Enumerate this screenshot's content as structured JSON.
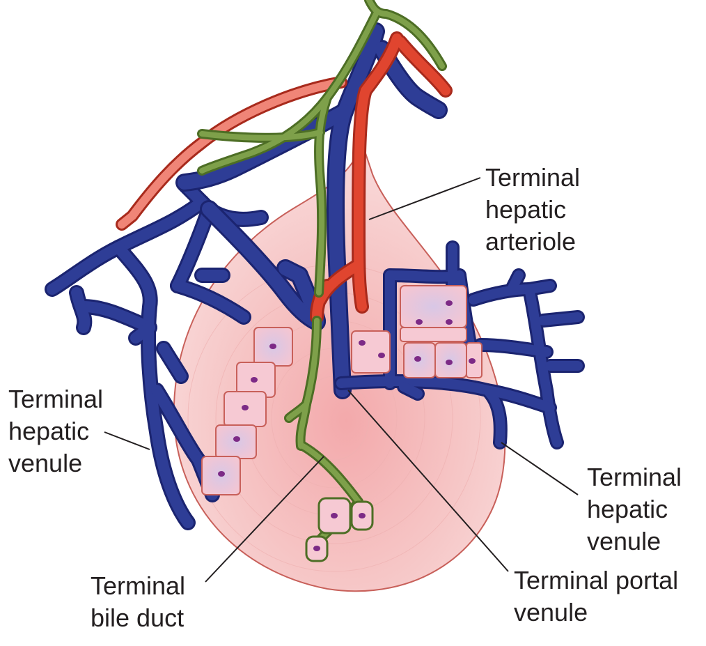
{
  "labels": {
    "terminal_hepatic_arteriole": [
      "Terminal",
      "hepatic",
      "arteriole"
    ],
    "terminal_hepatic_venule_left": [
      "Terminal",
      "hepatic",
      "venule"
    ],
    "terminal_hepatic_venule_right": [
      "Terminal",
      "hepatic",
      "venule"
    ],
    "terminal_portal_venule": [
      "Terminal portal",
      "venule"
    ],
    "terminal_bile_duct": [
      "Terminal",
      "bile duct"
    ]
  },
  "colors": {
    "venule_blue": "#2e3d96",
    "venule_outline": "#1b2470",
    "arteriole_red": "#e0452f",
    "arteriole_outline": "#a82a1c",
    "bile_green": "#7ea04a",
    "bile_outline": "#4d6e25",
    "acinus_pink": "#f4c2c0",
    "acinus_outline": "#c8605a",
    "cell_fill": "#f6c9d3",
    "nucleus": "#7c2a86",
    "leader_line": "#231f20"
  }
}
